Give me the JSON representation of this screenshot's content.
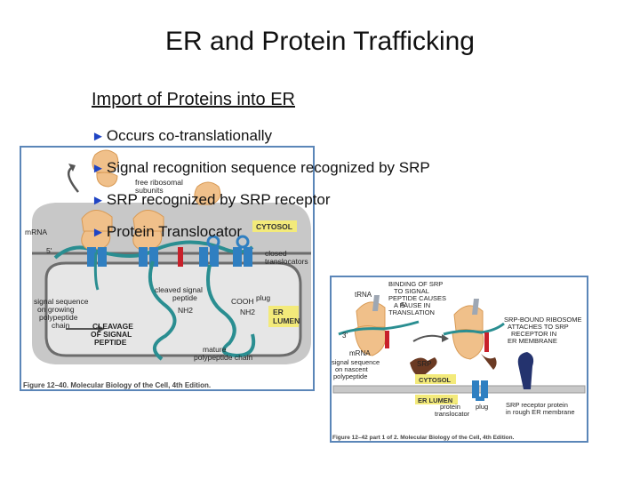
{
  "page": {
    "title": "ER and Protein Trafficking",
    "subtitle": "Import of Proteins into ER",
    "bullets": [
      "Occurs co-translationally",
      "Signal recognition sequence recognized by SRP",
      "SRP recognized by SRP receptor",
      "Protein Translocator"
    ]
  },
  "figure1": {
    "labels": {
      "free_ribosomal": "free ribosomal",
      "subunits": "subunits",
      "cytosol": "CYTOSOL",
      "mrna": "mRNA",
      "five_prime": "5'",
      "closed": "closed",
      "translocators": "translocators",
      "cleaved_signal": "cleaved signal",
      "peptide": "peptide",
      "cooh": "COOH",
      "plug": "plug",
      "nh2_a": "NH2",
      "nh2_b": "NH2",
      "er": "ER",
      "lumen": "LUMEN",
      "signal_seq_1": "signal sequence",
      "signal_seq_2": "on growing",
      "signal_seq_3": "polypeptide",
      "signal_seq_4": "chain",
      "cleavage_1": "CLEAVAGE",
      "cleavage_2": "OF SIGNAL",
      "cleavage_3": "PEPTIDE",
      "mature_1": "mature",
      "mature_2": "polypeptide chain"
    },
    "caption": "Figure 12–40. Molecular Biology of the Cell, 4th Edition."
  },
  "figure2": {
    "labels": {
      "binding_1": "BINDING OF SRP",
      "binding_2": "TO SIGNAL",
      "binding_3": "PEPTIDE CAUSES",
      "binding_4": "A PAUSE IN",
      "binding_5": "TRANSLATION",
      "trna": "tRNA",
      "five_prime": "5'",
      "three_prime": "3'",
      "mrna": "mRNA",
      "sig_1": "signal sequence",
      "sig_2": "on nascent",
      "sig_3": "polypeptide",
      "srp": "SRP",
      "srp_bound_1": "SRP-BOUND RIBOSOME",
      "srp_bound_2": "ATTACHES TO SRP",
      "srp_bound_3": "RECEPTOR IN",
      "srp_bound_4": "ER MEMBRANE",
      "cytosol": "CYTOSOL",
      "er_lumen": "ER LUMEN",
      "protein_trans_1": "protein",
      "protein_trans_2": "translocator",
      "plug": "plug",
      "receptor_1": "SRP receptor protein",
      "receptor_2": "in rough ER membrane"
    },
    "caption": "Figure 12–42 part 1 of 2. Molecular Biology of the Cell, 4th Edition."
  },
  "colors": {
    "frame": "#5b86b8",
    "ribosome": "#f0c08a",
    "ribosome_dark": "#d89a55",
    "teal": "#2a8e91",
    "cell_gray": "#c8c8c8",
    "lumen_gray": "#e6e6e6",
    "yellow": "#f3ea7a",
    "translocator": "#2f7fc1",
    "red": "#c8202a",
    "srp_brown": "#6b3a23",
    "receptor_navy": "#24336e"
  }
}
